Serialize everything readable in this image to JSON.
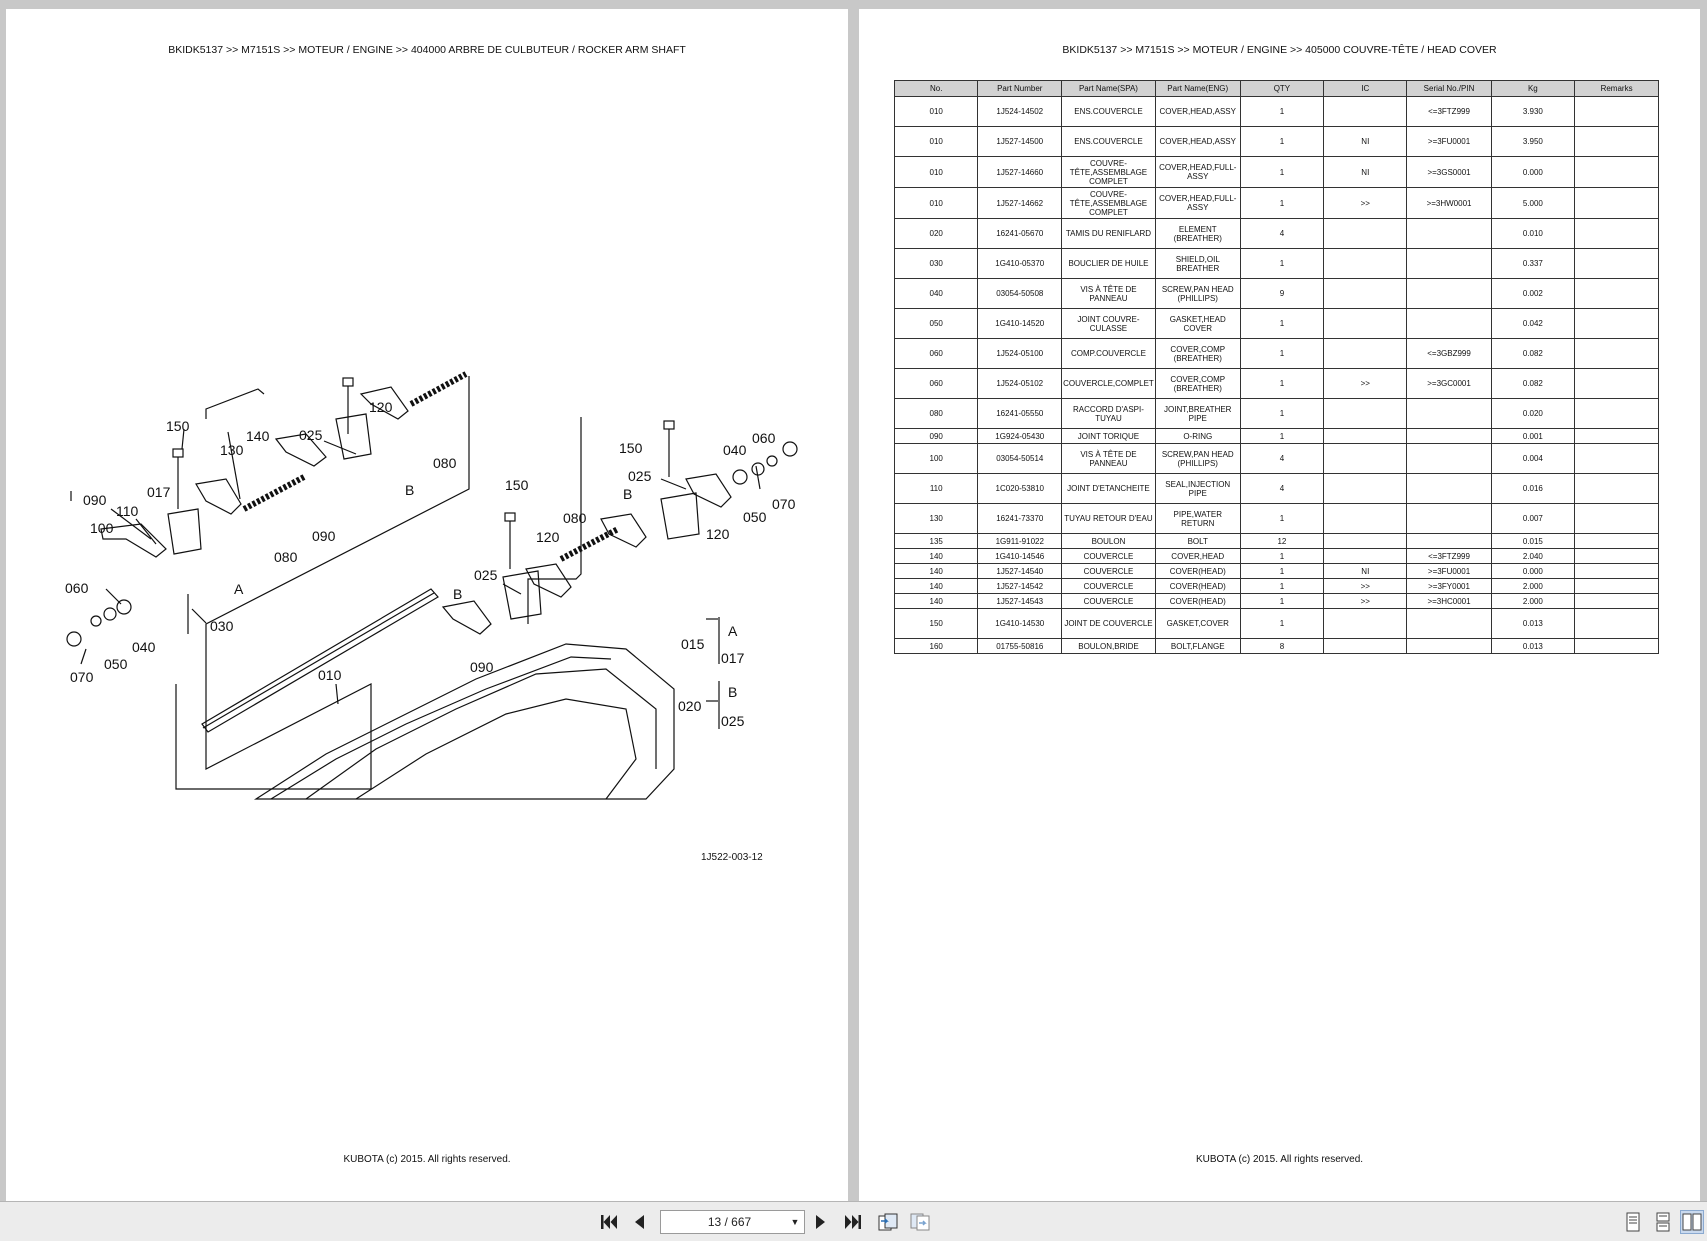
{
  "left_page": {
    "breadcrumb": "BKIDK5137 >> M7151S >> MOTEUR / ENGINE >> 404000   ARBRE DE CULBUTEUR / ROCKER ARM SHAFT",
    "footer": "KUBOTA (c) 2015. All rights reserved.",
    "diagram": {
      "callouts": [
        "150",
        "120",
        "140",
        "130",
        "025",
        "080",
        "017",
        "090",
        "110",
        "100",
        "080",
        "090",
        "B",
        "A",
        "060",
        "030",
        "040",
        "050",
        "070",
        "010",
        "150",
        "025",
        "120",
        "080",
        "090",
        "B",
        "150",
        "040",
        "060",
        "070",
        "025",
        "B",
        "050",
        "120",
        "015",
        "A",
        "017",
        "020",
        "B",
        "025"
      ],
      "drawing_number": "1J522-003-12"
    }
  },
  "right_page": {
    "breadcrumb": "BKIDK5137 >> M7151S >> MOTEUR / ENGINE >> 405000   COUVRE-TÊTE / HEAD COVER",
    "footer": "KUBOTA (c) 2015. All rights reserved.",
    "table": {
      "headers": [
        "No.",
        "Part Number",
        "Part Name(SPA)",
        "Part Name(ENG)",
        "QTY",
        "IC",
        "Serial No./PIN",
        "Kg",
        "Remarks"
      ],
      "rows": [
        [
          "010",
          "1J524-14502",
          "ENS.COUVERCLE",
          "COVER,HEAD,ASSY",
          "1",
          "",
          "<=3FTZ999",
          "3.930",
          ""
        ],
        [
          "010",
          "1J527-14500",
          "ENS.COUVERCLE",
          "COVER,HEAD,ASSY",
          "1",
          "NI",
          ">=3FU0001",
          "3.950",
          ""
        ],
        [
          "010",
          "1J527-14660",
          "COUVRE-TÊTE,ASSEMBLAGE COMPLET",
          "COVER,HEAD,FULL-ASSY",
          "1",
          "NI",
          ">=3GS0001",
          "0.000",
          ""
        ],
        [
          "010",
          "1J527-14662",
          "COUVRE-TÊTE,ASSEMBLAGE COMPLET",
          "COVER,HEAD,FULL-ASSY",
          "1",
          ">>",
          ">=3HW0001",
          "5.000",
          ""
        ],
        [
          "020",
          "16241-05670",
          "TAMIS DU RENIFLARD",
          "ELEMENT (BREATHER)",
          "4",
          "",
          "",
          "0.010",
          ""
        ],
        [
          "030",
          "1G410-05370",
          "BOUCLIER DE HUILE",
          "SHIELD,OIL BREATHER",
          "1",
          "",
          "",
          "0.337",
          ""
        ],
        [
          "040",
          "03054-50508",
          "VIS À TÊTE DE PANNEAU",
          "SCREW,PAN HEAD (PHILLIPS)",
          "9",
          "",
          "",
          "0.002",
          ""
        ],
        [
          "050",
          "1G410-14520",
          "JOINT COUVRE-CULASSE",
          "GASKET,HEAD COVER",
          "1",
          "",
          "",
          "0.042",
          ""
        ],
        [
          "060",
          "1J524-05100",
          "COMP.COUVERCLE",
          "COVER,COMP (BREATHER)",
          "1",
          "",
          "<=3GBZ999",
          "0.082",
          ""
        ],
        [
          "060",
          "1J524-05102",
          "COUVERCLE,COMPLET",
          "COVER,COMP (BREATHER)",
          "1",
          ">>",
          ">=3GC0001",
          "0.082",
          ""
        ],
        [
          "080",
          "16241-05550",
          "RACCORD D'ASPI-TUYAU",
          "JOINT,BREATHER PIPE",
          "1",
          "",
          "",
          "0.020",
          ""
        ],
        [
          "090",
          "1G924-05430",
          "JOINT TORIQUE",
          "O-RING",
          "1",
          "",
          "",
          "0.001",
          ""
        ],
        [
          "100",
          "03054-50514",
          "VIS À TÊTE DE PANNEAU",
          "SCREW,PAN HEAD (PHILLIPS)",
          "4",
          "",
          "",
          "0.004",
          ""
        ],
        [
          "110",
          "1C020-53810",
          "JOINT D'ETANCHEITE",
          "SEAL,INJECTION PIPE",
          "4",
          "",
          "",
          "0.016",
          ""
        ],
        [
          "130",
          "16241-73370",
          "TUYAU RETOUR D'EAU",
          "PIPE,WATER RETURN",
          "1",
          "",
          "",
          "0.007",
          ""
        ],
        [
          "135",
          "1G911-91022",
          "BOULON",
          "BOLT",
          "12",
          "",
          "",
          "0.015",
          ""
        ],
        [
          "140",
          "1G410-14546",
          "COUVERCLE",
          "COVER,HEAD",
          "1",
          "",
          "<=3FTZ999",
          "2.040",
          ""
        ],
        [
          "140",
          "1J527-14540",
          "COUVERCLE",
          "COVER(HEAD)",
          "1",
          "NI",
          ">=3FU0001",
          "0.000",
          ""
        ],
        [
          "140",
          "1J527-14542",
          "COUVERCLE",
          "COVER(HEAD)",
          "1",
          ">>",
          ">=3FY0001",
          "2.000",
          ""
        ],
        [
          "140",
          "1J527-14543",
          "COUVERCLE",
          "COVER(HEAD)",
          "1",
          ">>",
          ">=3HC0001",
          "2.000",
          ""
        ],
        [
          "150",
          "1G410-14530",
          "JOINT DE COUVERCLE",
          "GASKET,COVER",
          "1",
          "",
          "",
          "0.013",
          ""
        ],
        [
          "160",
          "01755-50816",
          "BOULON,BRIDE",
          "BOLT,FLANGE",
          "8",
          "",
          "",
          "0.013",
          ""
        ]
      ]
    }
  },
  "toolbar": {
    "page_indicator": "13 / 667",
    "icons": [
      "first-page-icon",
      "prev-page-icon",
      "next-page-icon",
      "last-page-icon",
      "back-view-icon",
      "forward-view-icon",
      "single-page-icon",
      "continuous-icon",
      "facing-pages-icon"
    ]
  }
}
